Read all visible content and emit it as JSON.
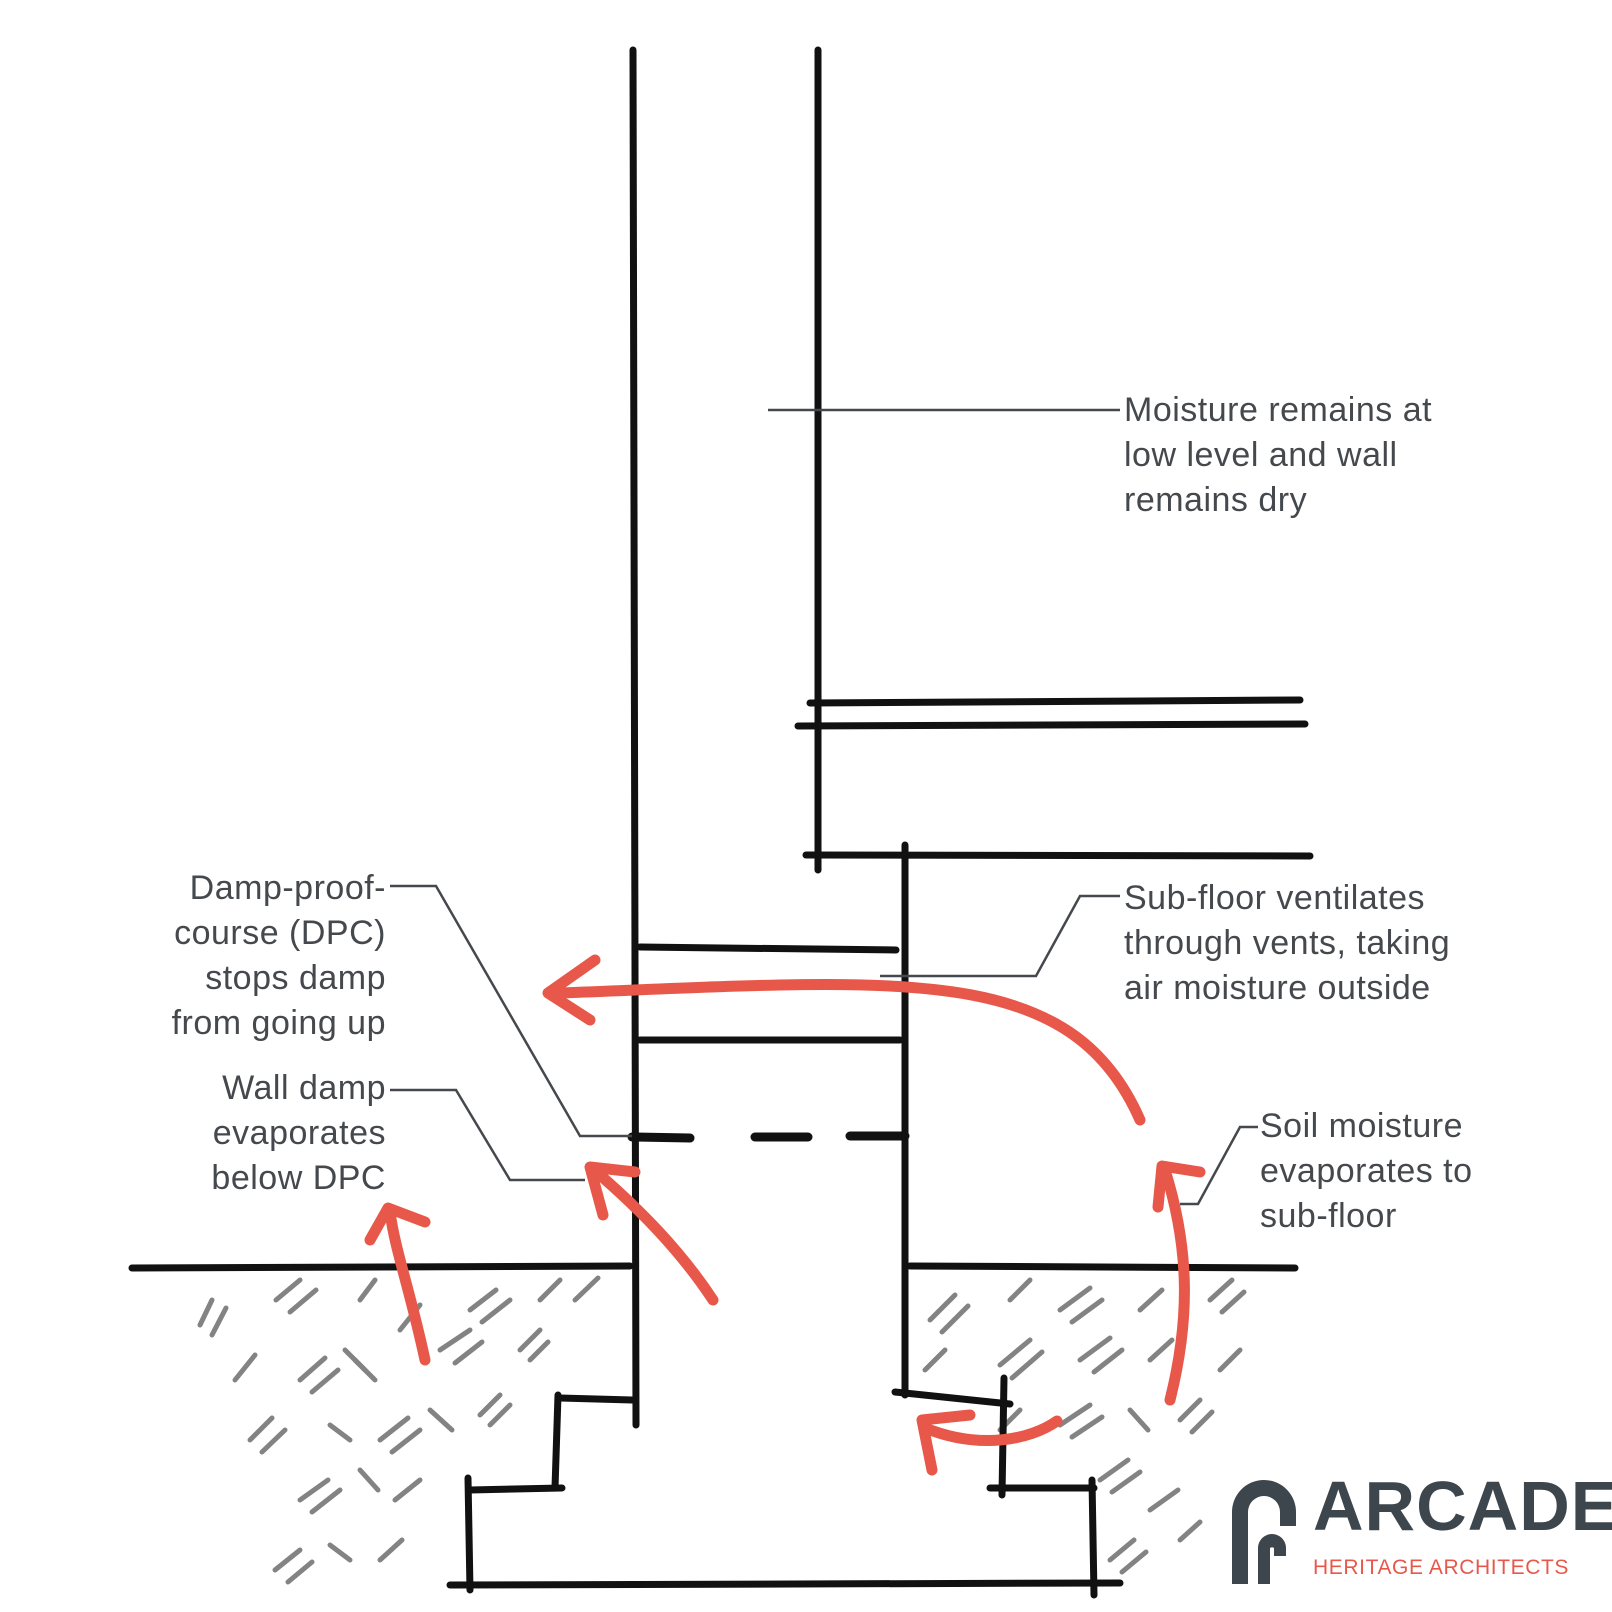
{
  "labels": {
    "moisture": "Moisture remains at\nlow level and wall\nremains dry",
    "dpc": "Damp-proof-\ncourse (DPC)\nstops damp\nfrom going up",
    "subfloor": "Sub-floor ventilates\nthrough vents, taking\nair moisture outside",
    "wall_damp": "Wall damp\nevaporates\nbelow DPC",
    "soil": "Soil moisture\nevaporates to\nsub-floor"
  },
  "logo": {
    "name": "ARCADE",
    "tagline": "HERITAGE ARCHITECTS"
  },
  "colors": {
    "ink": "#111111",
    "leader": "#45494d",
    "arrow": "#e8584a",
    "hatch": "#5a5a5a",
    "logo_dark": "#3d464d",
    "logo_accent": "#e8584a"
  }
}
